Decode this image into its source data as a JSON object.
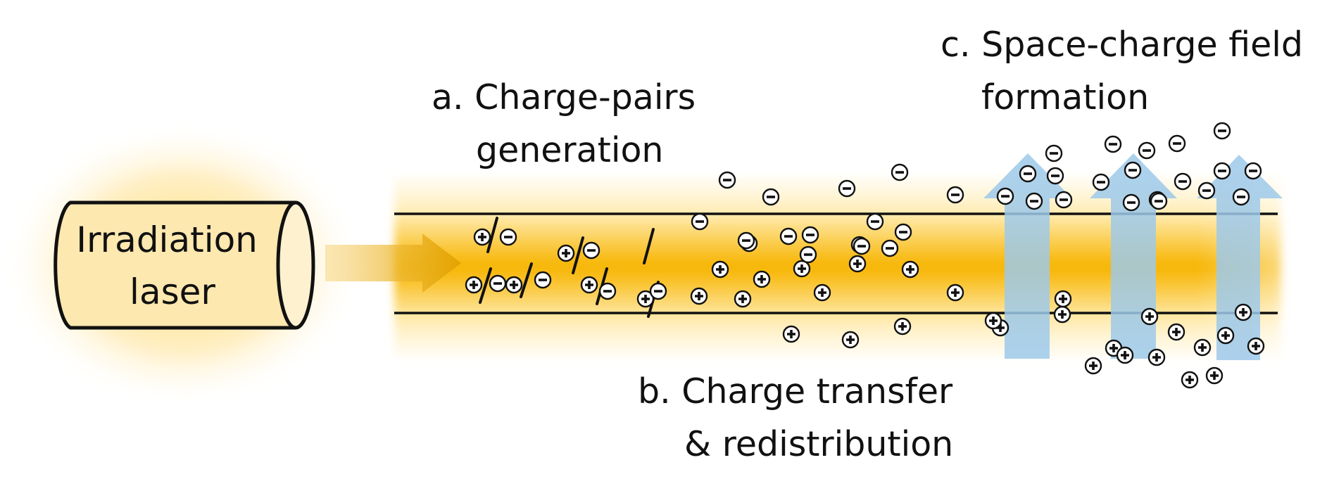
{
  "labels": {
    "laser": [
      "Irradiation",
      "laser"
    ],
    "step_a": [
      "a. Charge-pairs",
      "generation"
    ],
    "step_b": [
      "b. Charge transfer",
      "& redistribution"
    ],
    "step_c": [
      "c. Space-charge field",
      "formation"
    ]
  },
  "colors": {
    "beam_core": "#f7b500",
    "beam_glow": "#ffdf7a",
    "laser_body": "#fde8b0",
    "arrow_blue": "#9ec9ea",
    "outline": "#111111"
  },
  "icons": {
    "laser_source": "cylinder-laser-icon",
    "input_arrow": "beam-arrow-icon",
    "field_arrow": "up-arrow-icon",
    "positive_charge": "plus-charge-icon",
    "negative_charge": "minus-charge-icon"
  }
}
